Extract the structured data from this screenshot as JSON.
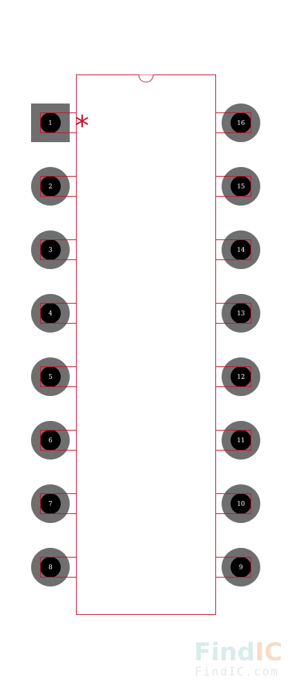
{
  "footprint": {
    "pin1_marker": "*",
    "left_pins": [
      "1",
      "2",
      "3",
      "4",
      "5",
      "6",
      "7",
      "8"
    ],
    "right_pins": [
      "16",
      "15",
      "14",
      "13",
      "12",
      "11",
      "10",
      "9"
    ]
  },
  "colors": {
    "outline": "#c8102e",
    "pad": "#6f6f6f",
    "drill": "#000000",
    "pin_label": "#ffffff",
    "watermark_a": "#d9ecea",
    "watermark_b": "#f7dcc6",
    "watermark_small": "#e7e7e7"
  },
  "watermark": {
    "logo_part1": "Find",
    "logo_part2": "IC",
    "url": "FindIC.com"
  }
}
